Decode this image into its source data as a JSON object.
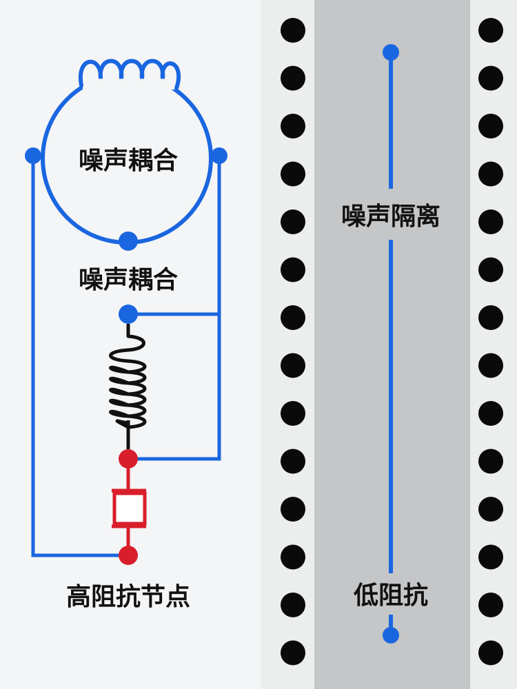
{
  "labels": {
    "coupling_loop": "噪声耦合",
    "coupling_node": "噪声耦合",
    "high_impedance": "高阻抗节点",
    "isolation": "噪声隔离",
    "low_impedance": "低阻抗"
  },
  "colors": {
    "background": "#f4f5f6",
    "strip": "#eceded",
    "channel": "#c5c6c8",
    "wire_blue": "#1a66e0",
    "node_blue": "#1a66e0",
    "wire_red": "#d81e2a",
    "coil_black": "#111111",
    "dot_black": "#0a0a0a",
    "text": "#111111"
  },
  "icons": {
    "loop_coil": "inductor-coil-icon",
    "spring_coil": "inductor-spring-icon",
    "element_box": "resistor-box-icon",
    "dot": "via-dot-icon"
  }
}
